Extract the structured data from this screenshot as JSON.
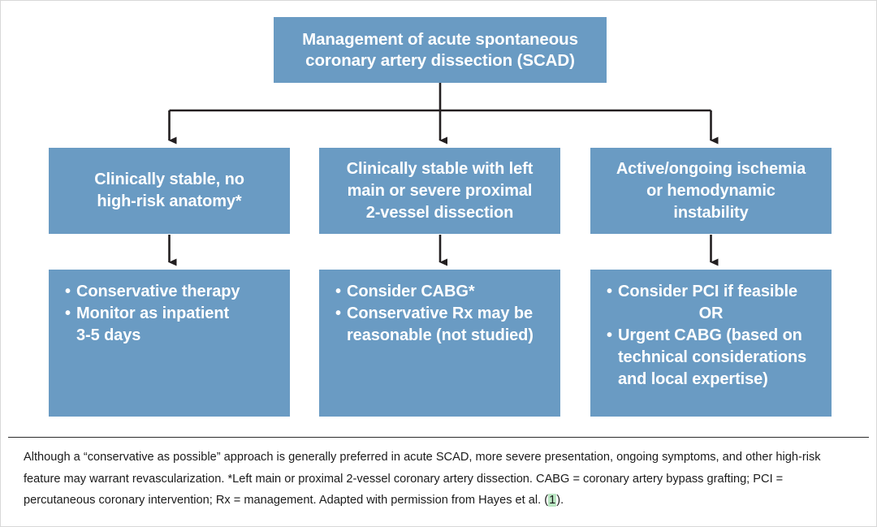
{
  "figure": {
    "title_node": {
      "line1": "Management of acute spontaneous",
      "line2": "coronary artery dissection (SCAD)"
    },
    "branches": [
      {
        "id": "branch-stable-no-high-risk",
        "condition": {
          "line1": "Clinically stable, no",
          "line2": "high-risk anatomy*"
        },
        "action_items": [
          {
            "text": "Conservative therapy",
            "style": "bullet"
          },
          {
            "text": "Monitor as inpatient",
            "style": "bullet"
          },
          {
            "text": "3-5 days",
            "style": "plain"
          }
        ]
      },
      {
        "id": "branch-stable-left-main",
        "condition": {
          "line1": "Clinically stable with left",
          "line2": "main or severe proximal",
          "line3": "2-vessel dissection"
        },
        "action_items": [
          {
            "text": "Consider CABG*",
            "style": "bullet"
          },
          {
            "text": "Conservative Rx may be",
            "style": "bullet"
          },
          {
            "text": "reasonable (not studied)",
            "style": "plain"
          }
        ]
      },
      {
        "id": "branch-active-ischemia",
        "condition": {
          "line1": "Active/ongoing ischemia",
          "line2": "or hemodynamic",
          "line3": "instability"
        },
        "action_items": [
          {
            "text": "Consider PCI if feasible",
            "style": "bullet"
          },
          {
            "text": "OR",
            "style": "centered"
          },
          {
            "text": "Urgent CABG (based on",
            "style": "bullet"
          },
          {
            "text": "technical considerations",
            "style": "plain"
          },
          {
            "text": "and local expertise)",
            "style": "plain"
          }
        ]
      }
    ],
    "caption": {
      "part1": "Although a “conservative as possible” approach is generally preferred in acute SCAD, more severe presentation, ongoing symptoms, and other high-risk feature may warrant revascularization. *Left main or proximal 2-vessel coronary artery dissection. CABG = coronary artery bypass grafting; PCI = percutaneous coronary intervention; Rx = management. Adapted with permission from Hayes et al. (",
      "citation": "1",
      "part2": ")."
    },
    "colors": {
      "node_fill": "#6a9bc3",
      "node_text": "#ffffff",
      "connector": "#231f20",
      "divider": "#2b2b2b",
      "citation_highlight": "#b9e6c2",
      "page_background": "#ffffff"
    }
  }
}
